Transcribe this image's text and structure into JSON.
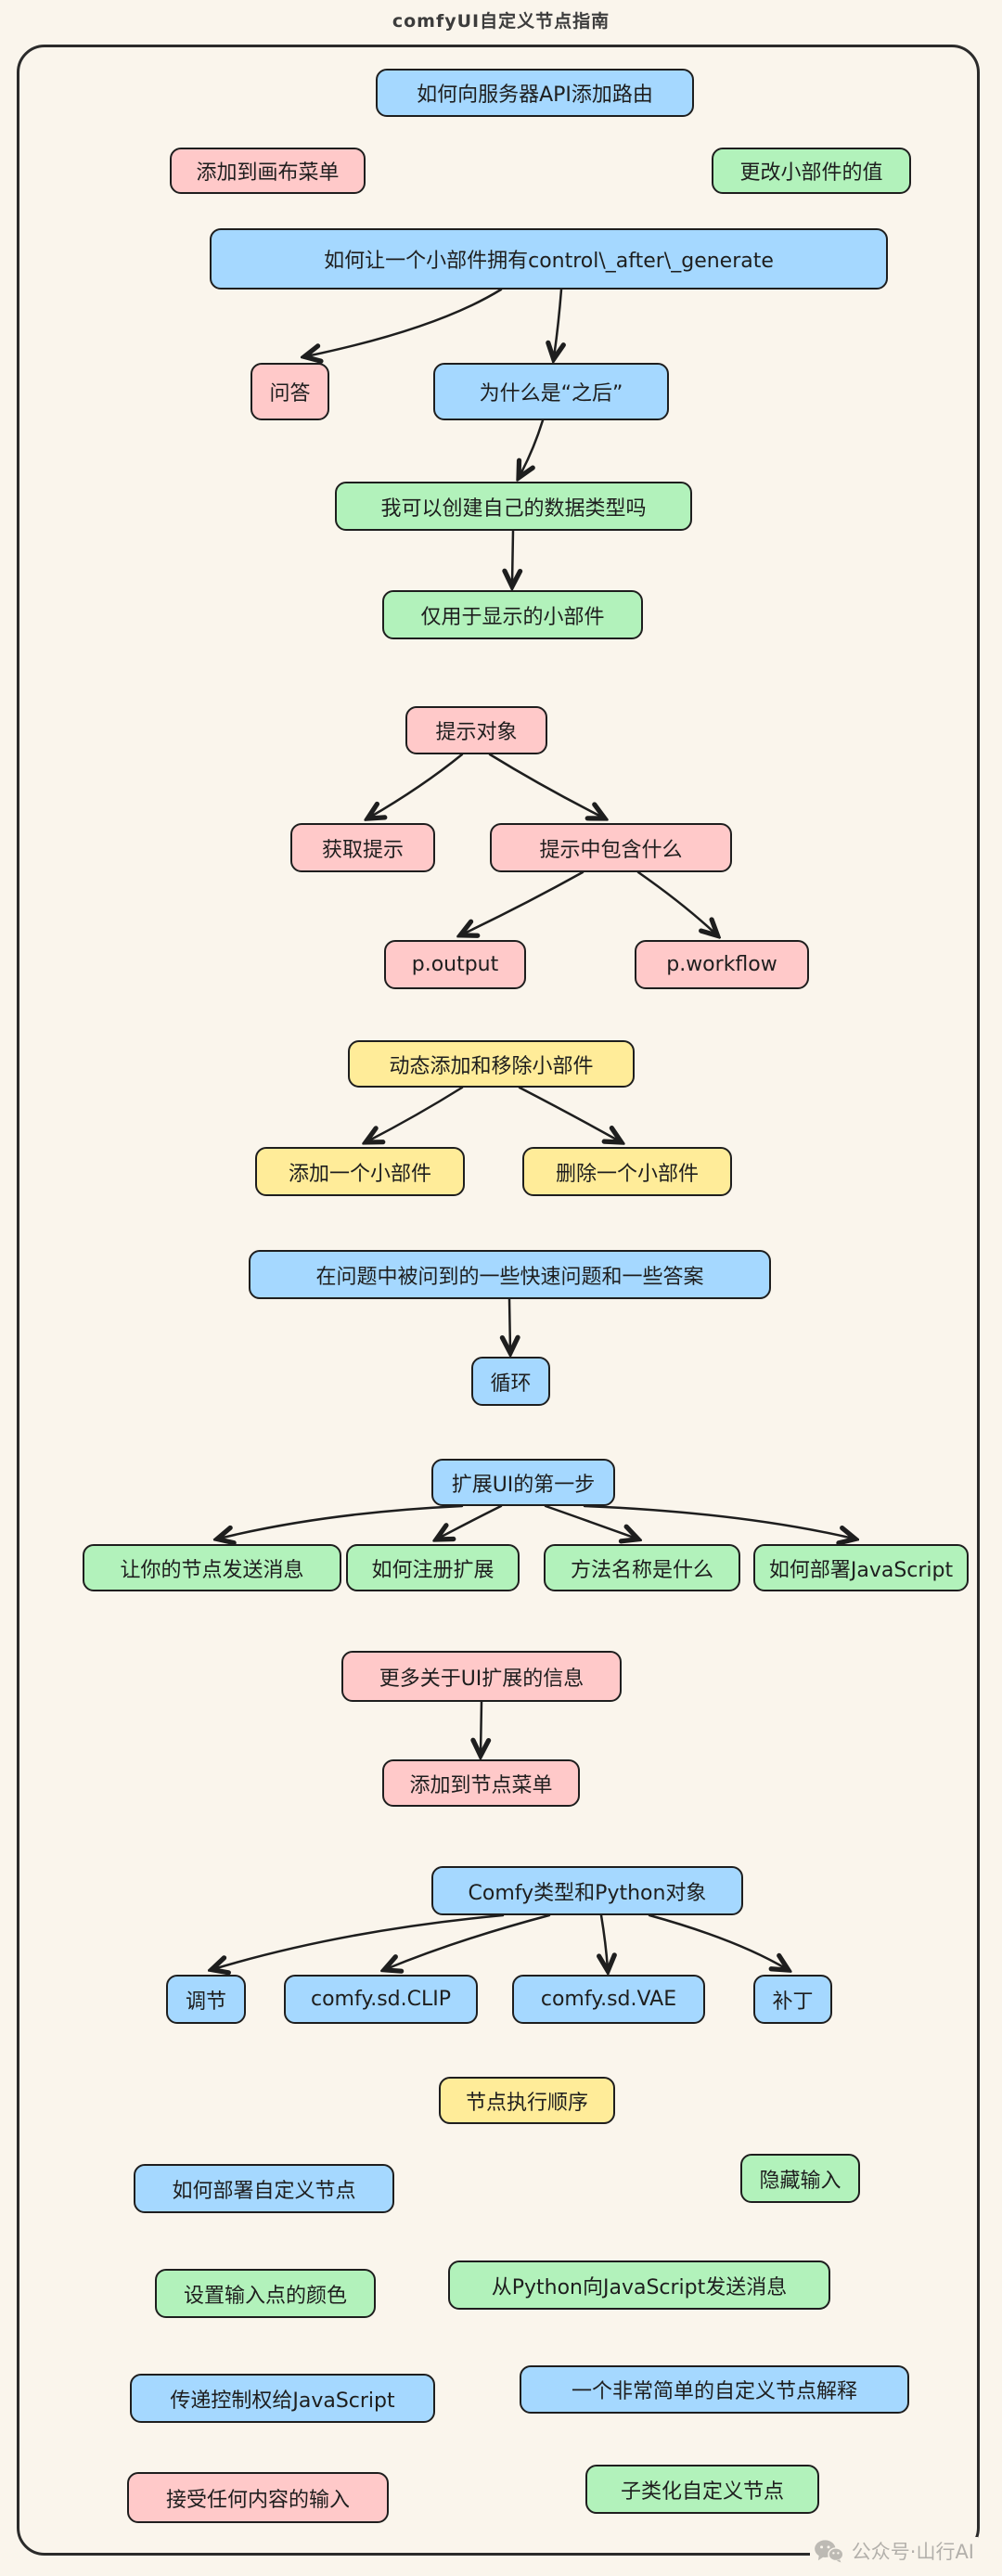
{
  "page": {
    "title": "comfyUI自定义节点指南",
    "footer": {
      "label": "公众号·山行AI",
      "icon": "wechat-icon"
    }
  },
  "colors": {
    "background": "#faf5ec",
    "stroke": "#1e1e1e",
    "blue": "#a5d8ff",
    "pink": "#ffc9c9",
    "green": "#b2f2bb",
    "yellow": "#ffec99"
  },
  "nodes": [
    {
      "id": "add-route",
      "label": "如何向服务器API添加路由",
      "color": "blue"
    },
    {
      "id": "add-canvas-menu",
      "label": "添加到画布菜单",
      "color": "pink"
    },
    {
      "id": "change-widget-value",
      "label": "更改小部件的值",
      "color": "green"
    },
    {
      "id": "control-after-generate",
      "label": "如何让一个小部件拥有control\\_after\\_generate",
      "color": "blue"
    },
    {
      "id": "qa",
      "label": "问答",
      "color": "pink"
    },
    {
      "id": "why-after",
      "label": "为什么是“之后”",
      "color": "blue"
    },
    {
      "id": "custom-data-types",
      "label": "我可以创建自己的数据类型吗",
      "color": "green"
    },
    {
      "id": "display-only-widgets",
      "label": "仅用于显示的小部件",
      "color": "green"
    },
    {
      "id": "prompt-object",
      "label": "提示对象",
      "color": "pink"
    },
    {
      "id": "get-prompt",
      "label": "获取提示",
      "color": "pink"
    },
    {
      "id": "prompt-contents",
      "label": "提示中包含什么",
      "color": "pink"
    },
    {
      "id": "p-output",
      "label": "p.output",
      "color": "pink"
    },
    {
      "id": "p-workflow",
      "label": "p.workflow",
      "color": "pink"
    },
    {
      "id": "dynamic-widgets",
      "label": "动态添加和移除小部件",
      "color": "yellow"
    },
    {
      "id": "add-widget",
      "label": "添加一个小部件",
      "color": "yellow"
    },
    {
      "id": "remove-widget",
      "label": "删除一个小部件",
      "color": "yellow"
    },
    {
      "id": "faq",
      "label": "在问题中被问到的一些快速问题和一些答案",
      "color": "blue"
    },
    {
      "id": "loop",
      "label": "循环",
      "color": "blue"
    },
    {
      "id": "extend-ui-first-step",
      "label": "扩展UI的第一步",
      "color": "blue"
    },
    {
      "id": "node-send-message",
      "label": "让你的节点发送消息",
      "color": "green"
    },
    {
      "id": "register-extension",
      "label": "如何注册扩展",
      "color": "green"
    },
    {
      "id": "method-name",
      "label": "方法名称是什么",
      "color": "green"
    },
    {
      "id": "deploy-javascript",
      "label": "如何部署JavaScript",
      "color": "green"
    },
    {
      "id": "more-ui-extension-info",
      "label": "更多关于UI扩展的信息",
      "color": "pink"
    },
    {
      "id": "add-node-menu",
      "label": "添加到节点菜单",
      "color": "pink"
    },
    {
      "id": "comfy-types-python",
      "label": "Comfy类型和Python对象",
      "color": "blue"
    },
    {
      "id": "tweak",
      "label": "调节",
      "color": "blue"
    },
    {
      "id": "comfy-sd-clip",
      "label": "comfy.sd.CLIP",
      "color": "blue"
    },
    {
      "id": "comfy-sd-vae",
      "label": "comfy.sd.VAE",
      "color": "blue"
    },
    {
      "id": "patch",
      "label": "补丁",
      "color": "blue"
    },
    {
      "id": "node-execution-order",
      "label": "节点执行顺序",
      "color": "yellow"
    },
    {
      "id": "deploy-custom-nodes",
      "label": "如何部署自定义节点",
      "color": "blue"
    },
    {
      "id": "hidden-inputs",
      "label": "隐藏输入",
      "color": "green"
    },
    {
      "id": "input-point-color",
      "label": "设置输入点的颜色",
      "color": "green"
    },
    {
      "id": "python-to-js-message",
      "label": "从Python向JavaScript发送消息",
      "color": "green"
    },
    {
      "id": "pass-control-to-js",
      "label": "传递控制权给JavaScript",
      "color": "blue"
    },
    {
      "id": "simple-custom-node-explained",
      "label": "一个非常简单的自定义节点解释",
      "color": "blue"
    },
    {
      "id": "accept-any-input",
      "label": "接受任何内容的输入",
      "color": "pink"
    },
    {
      "id": "subclass-custom-nodes",
      "label": "子类化自定义节点",
      "color": "green"
    }
  ],
  "edges": [
    {
      "from": "control-after-generate",
      "to": "qa"
    },
    {
      "from": "control-after-generate",
      "to": "why-after"
    },
    {
      "from": "why-after",
      "to": "custom-data-types"
    },
    {
      "from": "custom-data-types",
      "to": "display-only-widgets"
    },
    {
      "from": "prompt-object",
      "to": "get-prompt"
    },
    {
      "from": "prompt-object",
      "to": "prompt-contents"
    },
    {
      "from": "prompt-contents",
      "to": "p-output"
    },
    {
      "from": "prompt-contents",
      "to": "p-workflow"
    },
    {
      "from": "dynamic-widgets",
      "to": "add-widget"
    },
    {
      "from": "dynamic-widgets",
      "to": "remove-widget"
    },
    {
      "from": "faq",
      "to": "loop"
    },
    {
      "from": "extend-ui-first-step",
      "to": "node-send-message"
    },
    {
      "from": "extend-ui-first-step",
      "to": "register-extension"
    },
    {
      "from": "extend-ui-first-step",
      "to": "method-name"
    },
    {
      "from": "extend-ui-first-step",
      "to": "deploy-javascript"
    },
    {
      "from": "more-ui-extension-info",
      "to": "add-node-menu"
    },
    {
      "from": "comfy-types-python",
      "to": "tweak"
    },
    {
      "from": "comfy-types-python",
      "to": "comfy-sd-clip"
    },
    {
      "from": "comfy-types-python",
      "to": "comfy-sd-vae"
    },
    {
      "from": "comfy-types-python",
      "to": "patch"
    }
  ]
}
